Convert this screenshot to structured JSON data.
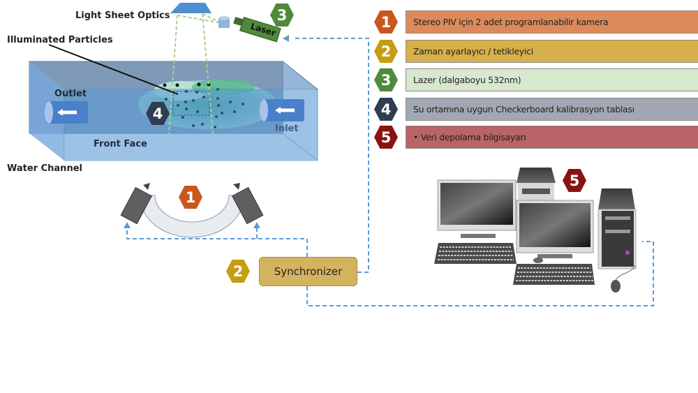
{
  "diagram": {
    "labels": {
      "light_sheet_optics": "Light Sheet Optics",
      "illuminated_particles": "Illuminated Particles",
      "outlet": "Outlet",
      "inlet": "Inlet",
      "front_face": "Front Face",
      "water_channel": "Water Channel",
      "laser": "Laser",
      "synchronizer": "Synchronizer"
    },
    "badges": {
      "camera": "1",
      "synchronizer": "2",
      "laser": "3",
      "calibration": "4",
      "computer": "5"
    }
  },
  "legend": {
    "items": [
      {
        "number": "1",
        "text": "Stereo PIV için 2 adet programlanabilir kamera",
        "badge_color": "#c8581e",
        "bar_color": "#dc8a5c"
      },
      {
        "number": "2",
        "text": "Zaman ayarlayıcı / tetikleyici",
        "badge_color": "#c69c10",
        "bar_color": "#d6b04a"
      },
      {
        "number": "3",
        "text": "Lazer (dalgaboyu 532nm)",
        "badge_color": "#4f8a3a",
        "bar_color": "#d8e8cf"
      },
      {
        "number": "4",
        "text": "Su ortamına uygun Checkerboard kalibrasyon tablası",
        "badge_color": "#2f3d52",
        "bar_color": "#a1a8b4"
      },
      {
        "number": "5",
        "text": "•      Veri depolama bilgisayarı",
        "badge_color": "#8b1212",
        "bar_color": "#b96467"
      }
    ]
  },
  "colors": {
    "connector": "#5b9bd5",
    "channel": "#5b9bd5",
    "laser_beam": "#a9d18e"
  }
}
